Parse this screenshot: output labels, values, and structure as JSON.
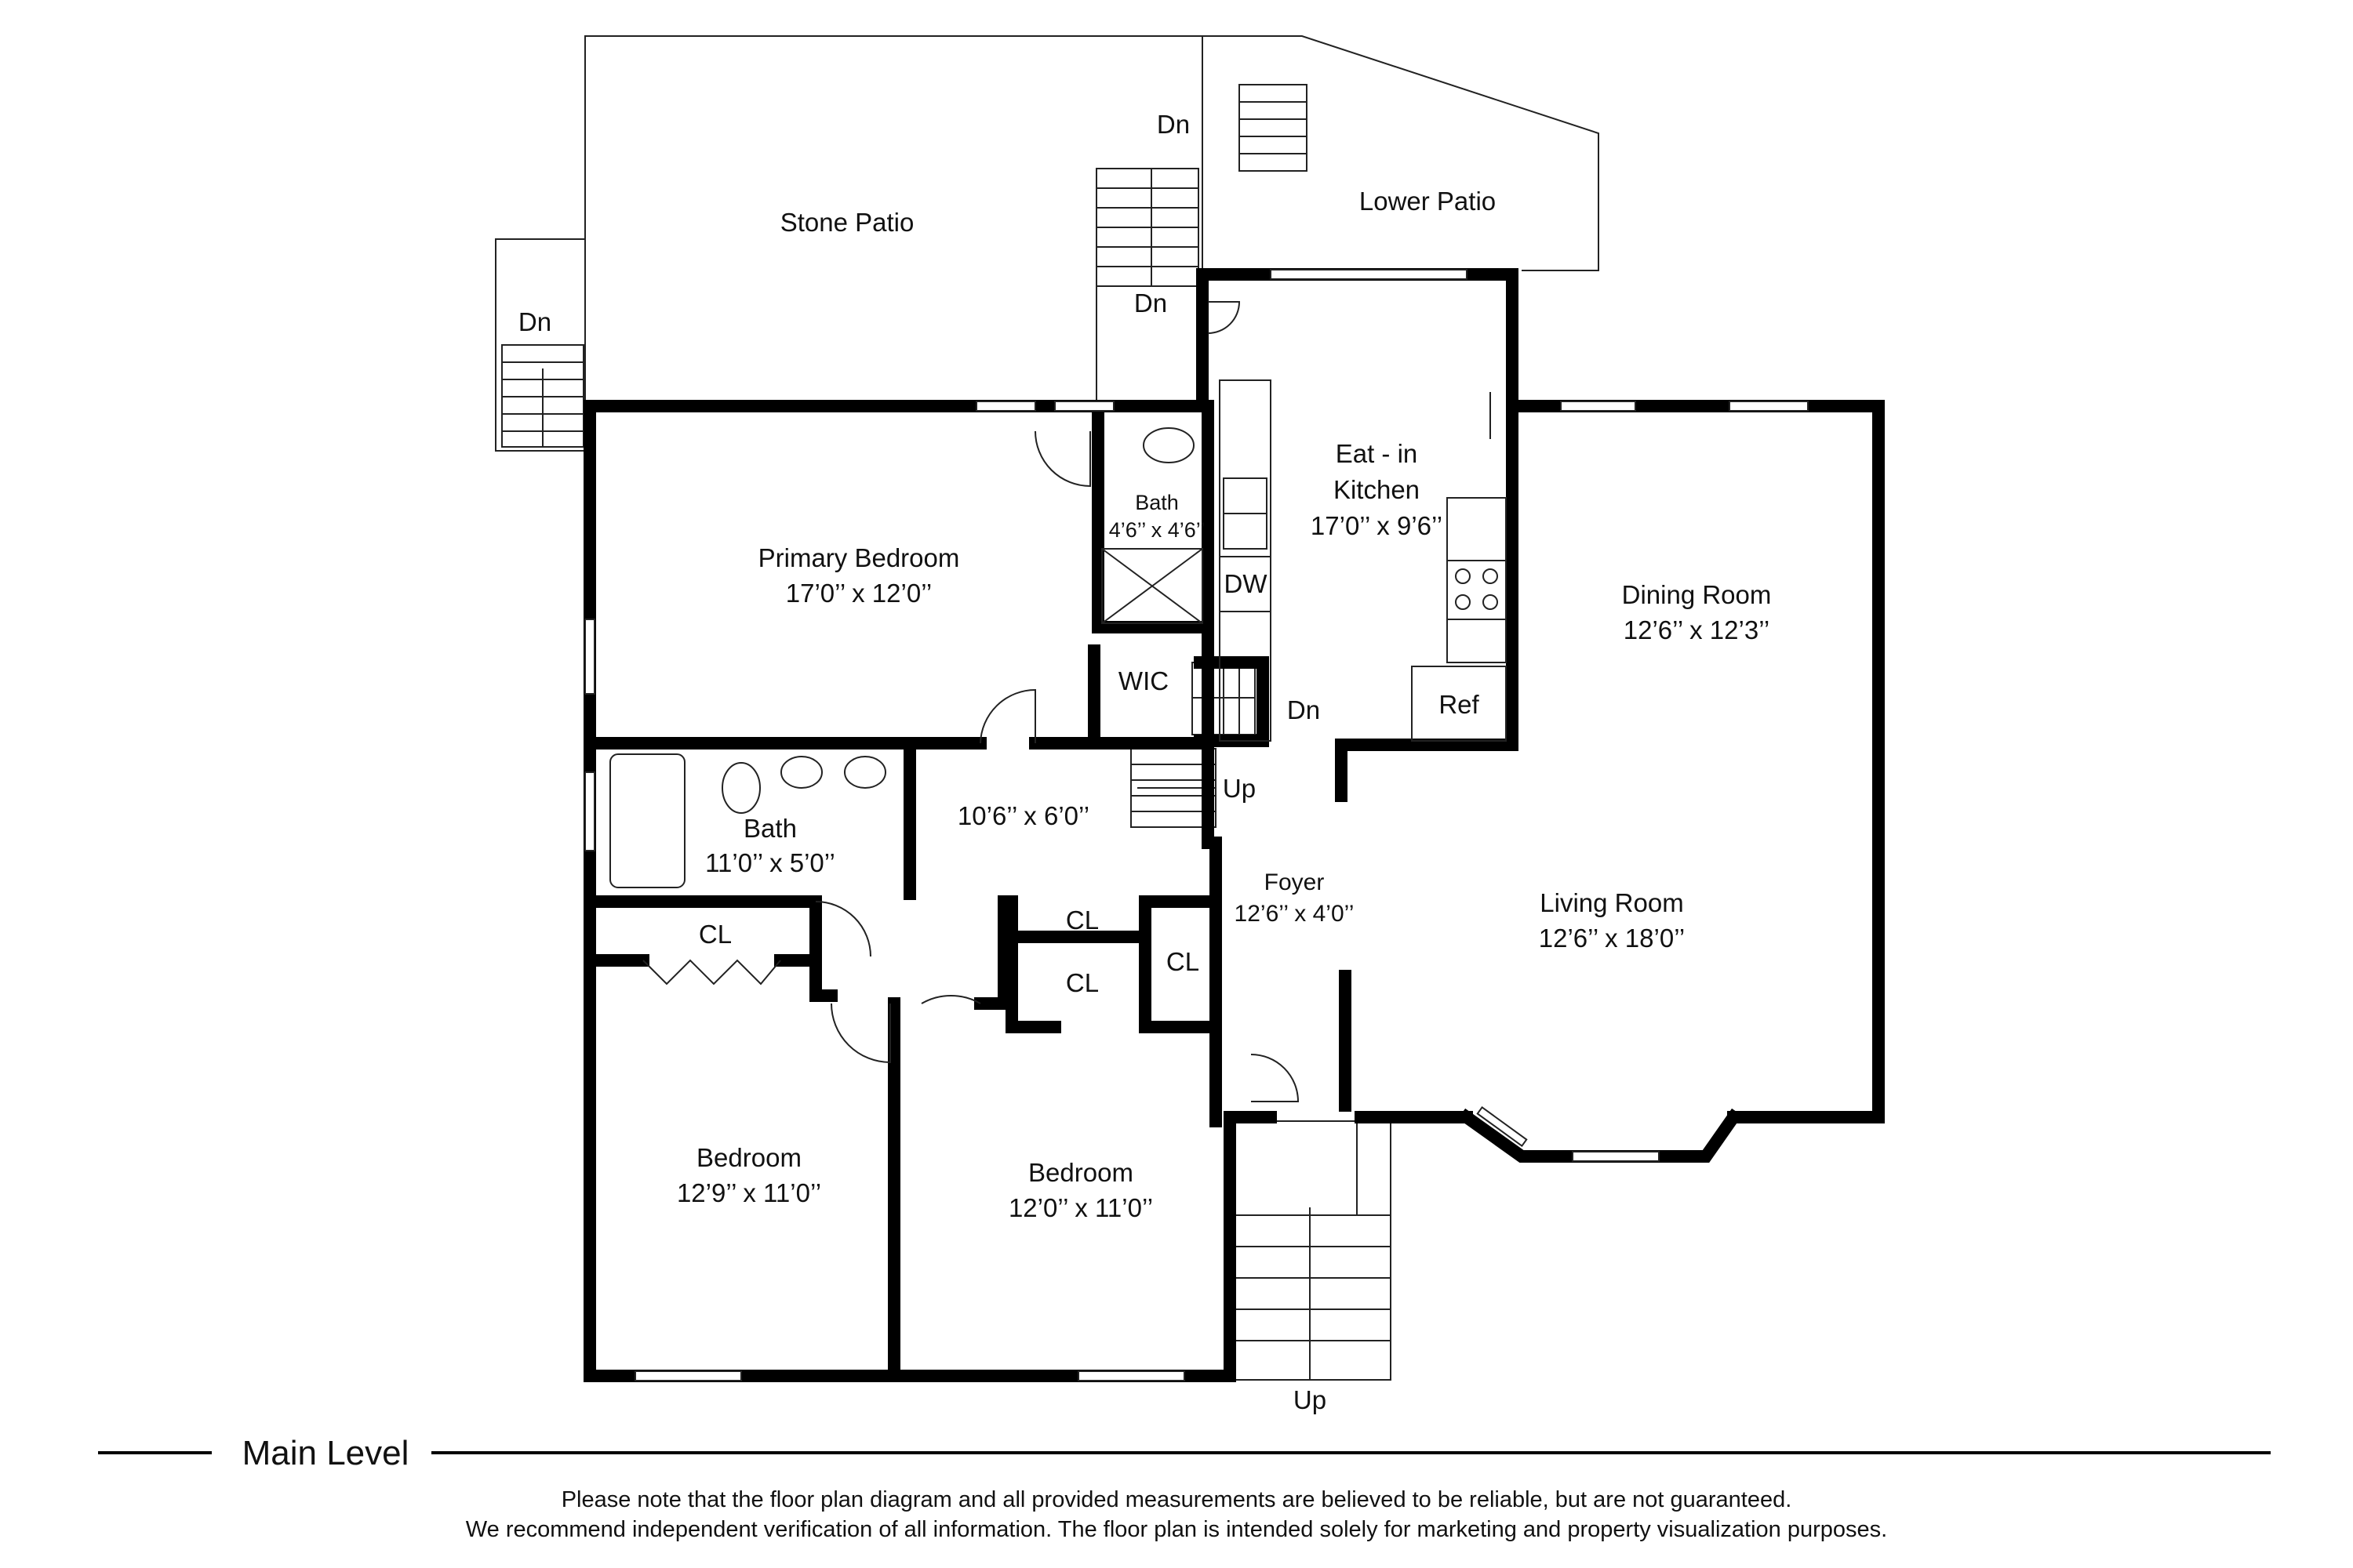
{
  "level": {
    "title": "Main Level"
  },
  "rooms": {
    "stone_patio": {
      "name": "Stone Patio"
    },
    "lower_patio": {
      "name": "Lower Patio"
    },
    "primary_bedroom": {
      "name": "Primary Bedroom",
      "dims": "17’0’’ x 12’0’’"
    },
    "primary_bath": {
      "name": "Bath",
      "dims": "4’6’’ x 4’6’’"
    },
    "kitchen": {
      "name_line1": "Eat - in",
      "name_line2": "Kitchen",
      "dims": "17’0’’ x 9’6’’"
    },
    "dining_room": {
      "name": "Dining Room",
      "dims": "12’6’’ x 12’3’’"
    },
    "wic": {
      "name": "WIC"
    },
    "dw": {
      "name": "DW"
    },
    "ref": {
      "name": "Ref"
    },
    "hall": {
      "dims": "10’6’’ x 6’0’’"
    },
    "bath": {
      "name": "Bath",
      "dims": "11’0’’ x 5’0’’"
    },
    "foyer": {
      "name": "Foyer",
      "dims": "12’6’’ x 4’0’’"
    },
    "living_room": {
      "name": "Living Room",
      "dims": "12’6’’ x 18’0’’"
    },
    "bedroom1": {
      "name": "Bedroom",
      "dims": "12’9’’ x 11’0’’"
    },
    "bedroom2": {
      "name": "Bedroom",
      "dims": "12’0’’ x 11’0’’"
    },
    "closet1": {
      "name": "CL"
    },
    "closet2": {
      "name": "CL"
    },
    "closet3": {
      "name": "CL"
    },
    "closet4": {
      "name": "CL"
    }
  },
  "stairs": {
    "dn1": "Dn",
    "dn2": "Dn",
    "dn3": "Dn",
    "dn4": "Dn",
    "up1": "Up",
    "up2": "Up"
  },
  "disclaimer": {
    "line1": "Please note that the floor plan diagram and all provided measurements are believed to be reliable, but are not guaranteed.",
    "line2": "We recommend independent verification of all information. The floor plan is intended solely for marketing and property visualization purposes."
  }
}
